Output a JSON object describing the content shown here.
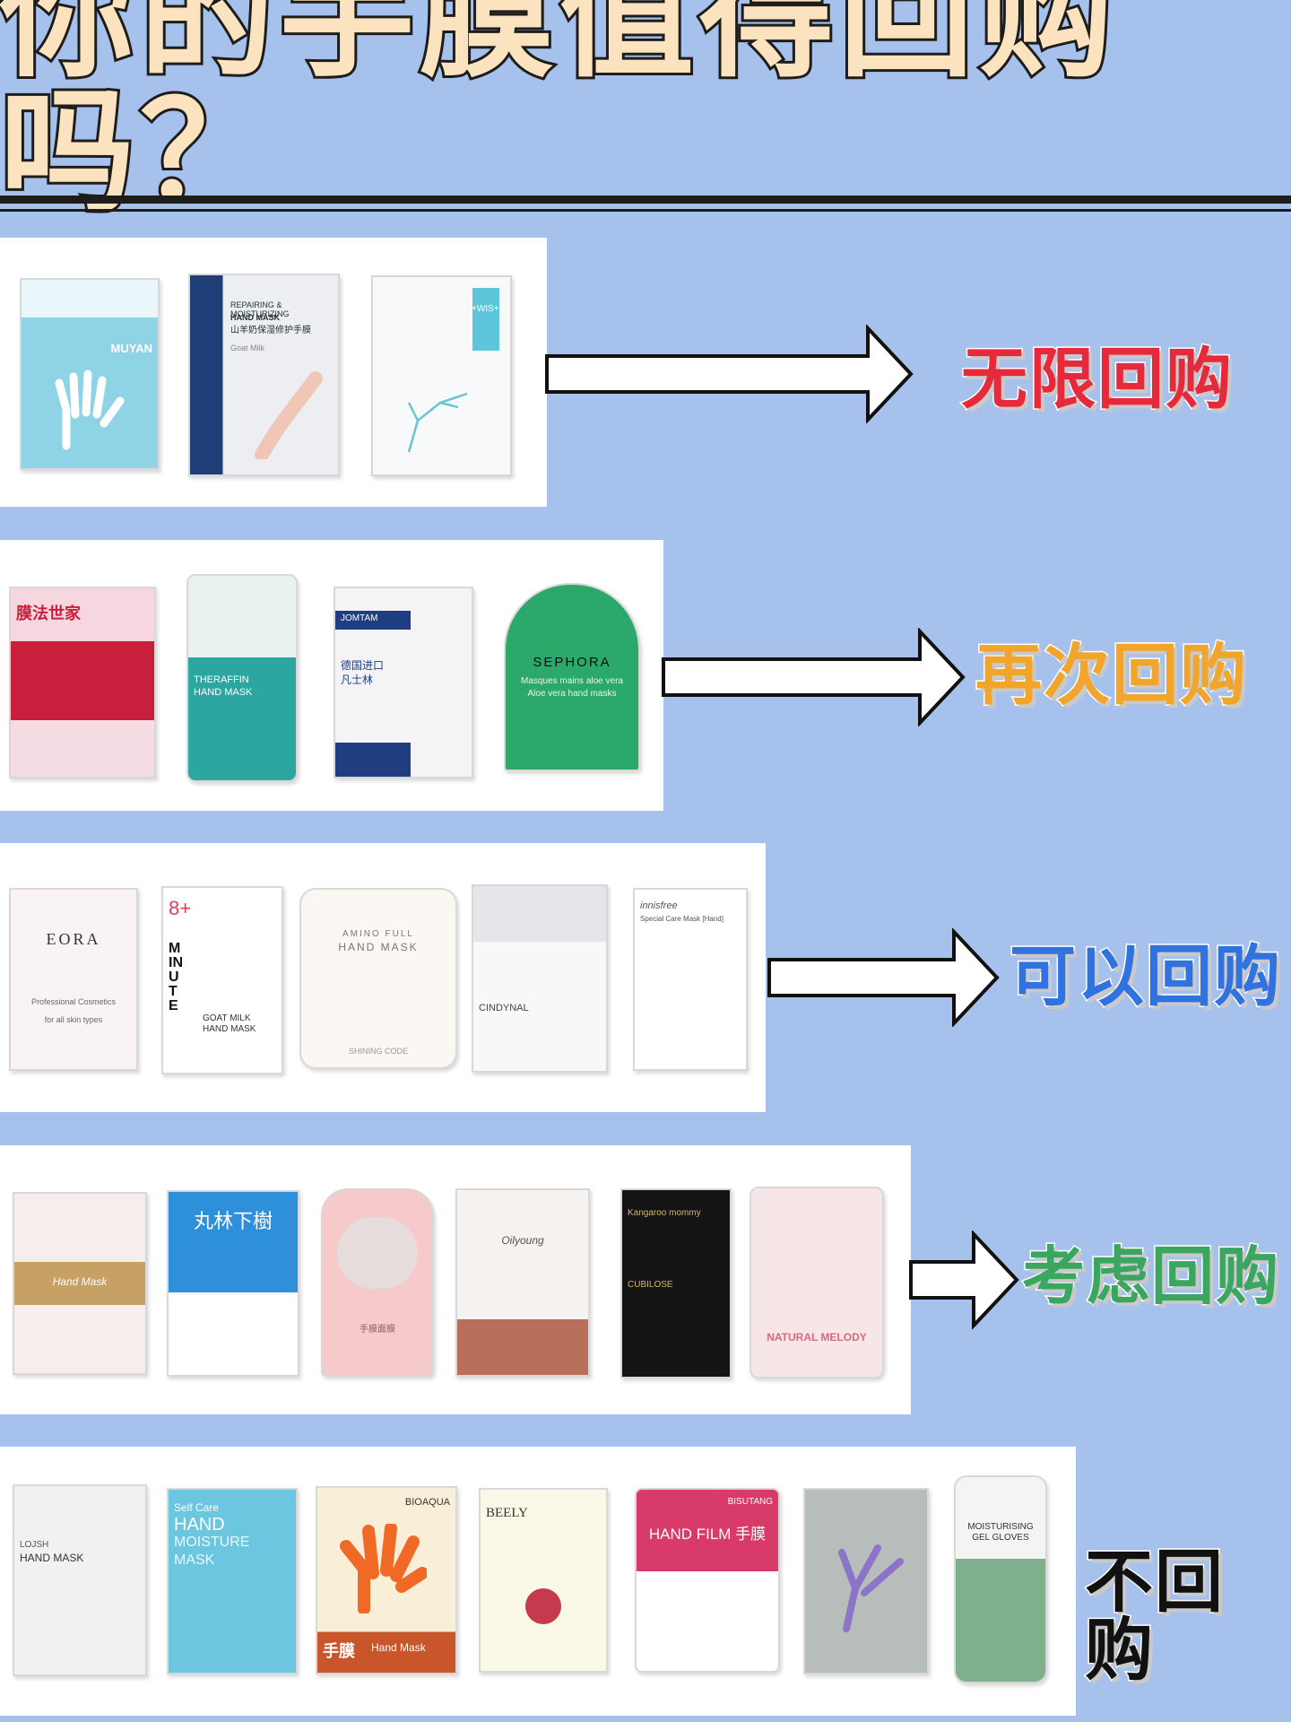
{
  "title": "你的手膜值得回购吗？",
  "tiers": [
    {
      "rank": "无限回购",
      "color": "#e62a3c",
      "products": [
        {
          "name": "MUYAN",
          "lines": [
            "MUYAN"
          ]
        },
        {
          "name": "REPAIRING & MOISTURIZING HAND MASK",
          "lines": [
            "REPAIRING & MOISTURIZING",
            "HAND MASK",
            "山羊奶保湿修护手膜",
            "Goat Milk"
          ]
        },
        {
          "name": "+WIS+",
          "lines": [
            "+WIS+"
          ]
        }
      ]
    },
    {
      "rank": "再次回购",
      "color": "#f2a52b",
      "products": [
        {
          "name": "膜法世家",
          "lines": [
            "膜法世家"
          ]
        },
        {
          "name": "THERAFFIN HAND MASK",
          "lines": [
            "THERAFFIN",
            "HAND MASK"
          ]
        },
        {
          "name": "JOMTAM 德国进口凡士林",
          "lines": [
            "JOMTAM",
            "德国进口",
            "凡士林"
          ]
        },
        {
          "name": "SEPHORA",
          "lines": [
            "SEPHORA",
            "Masques mains aloe vera",
            "Aloe vera hand masks"
          ]
        }
      ]
    },
    {
      "rank": "可以回购",
      "color": "#2f72e0",
      "products": [
        {
          "name": "EORA",
          "lines": [
            "EORA",
            "Professional Cosmetics",
            "for all skin types"
          ]
        },
        {
          "name": "8 MINUTE",
          "lines": [
            "8+",
            "MINUTE",
            "GOAT MILK",
            "HAND MASK"
          ]
        },
        {
          "name": "AMINO FULL HAND MASK",
          "lines": [
            "AMINO FULL",
            "HAND MASK",
            "SHINING CODE"
          ]
        },
        {
          "name": "CINDYNAL",
          "lines": [
            "CINDYNAL"
          ]
        },
        {
          "name": "innisfree",
          "lines": [
            "innisfree",
            "Special Care Mask [Hand]"
          ]
        }
      ]
    },
    {
      "rank": "考虑回购",
      "color": "#3aa660",
      "products": [
        {
          "name": "Hand Mask gold",
          "lines": [
            "Hand Mask"
          ]
        },
        {
          "name": "丸林下樹",
          "lines": [
            "丸林下樹"
          ]
        },
        {
          "name": "cat hand mask",
          "lines": [
            "手膜面膜"
          ]
        },
        {
          "name": "Oilyoung",
          "lines": [
            "Oilyoung"
          ]
        },
        {
          "name": "Kangaroo mommy",
          "lines": [
            "Kangaroo mommy",
            "CUBILOSE"
          ]
        },
        {
          "name": "NATURAL MELODY",
          "lines": [
            "NATURAL MELODY"
          ]
        }
      ]
    },
    {
      "rank": "不回购",
      "color": "#111111",
      "products": [
        {
          "name": "LOJSH HAND MASK",
          "lines": [
            "LOJSH",
            "HAND MASK"
          ]
        },
        {
          "name": "Self Care HAND MOISTURE MASK",
          "lines": [
            "Self Care",
            "HAND",
            "MOISTURE",
            "MASK"
          ]
        },
        {
          "name": "BIOAQUA 手膜 Hand Mask",
          "lines": [
            "BIOAQUA",
            "手膜",
            "Hand Mask"
          ]
        },
        {
          "name": "BEELY",
          "lines": [
            "BEELY"
          ]
        },
        {
          "name": "BISUTANG HAND FILM",
          "lines": [
            "BISUTANG",
            "HAND FILM 手膜"
          ]
        },
        {
          "name": "grey hand mask",
          "lines": []
        },
        {
          "name": "MOISTURISING GEL GLOVES",
          "lines": [
            "MOISTURISING",
            "GEL GLOVES"
          ]
        }
      ]
    }
  ]
}
